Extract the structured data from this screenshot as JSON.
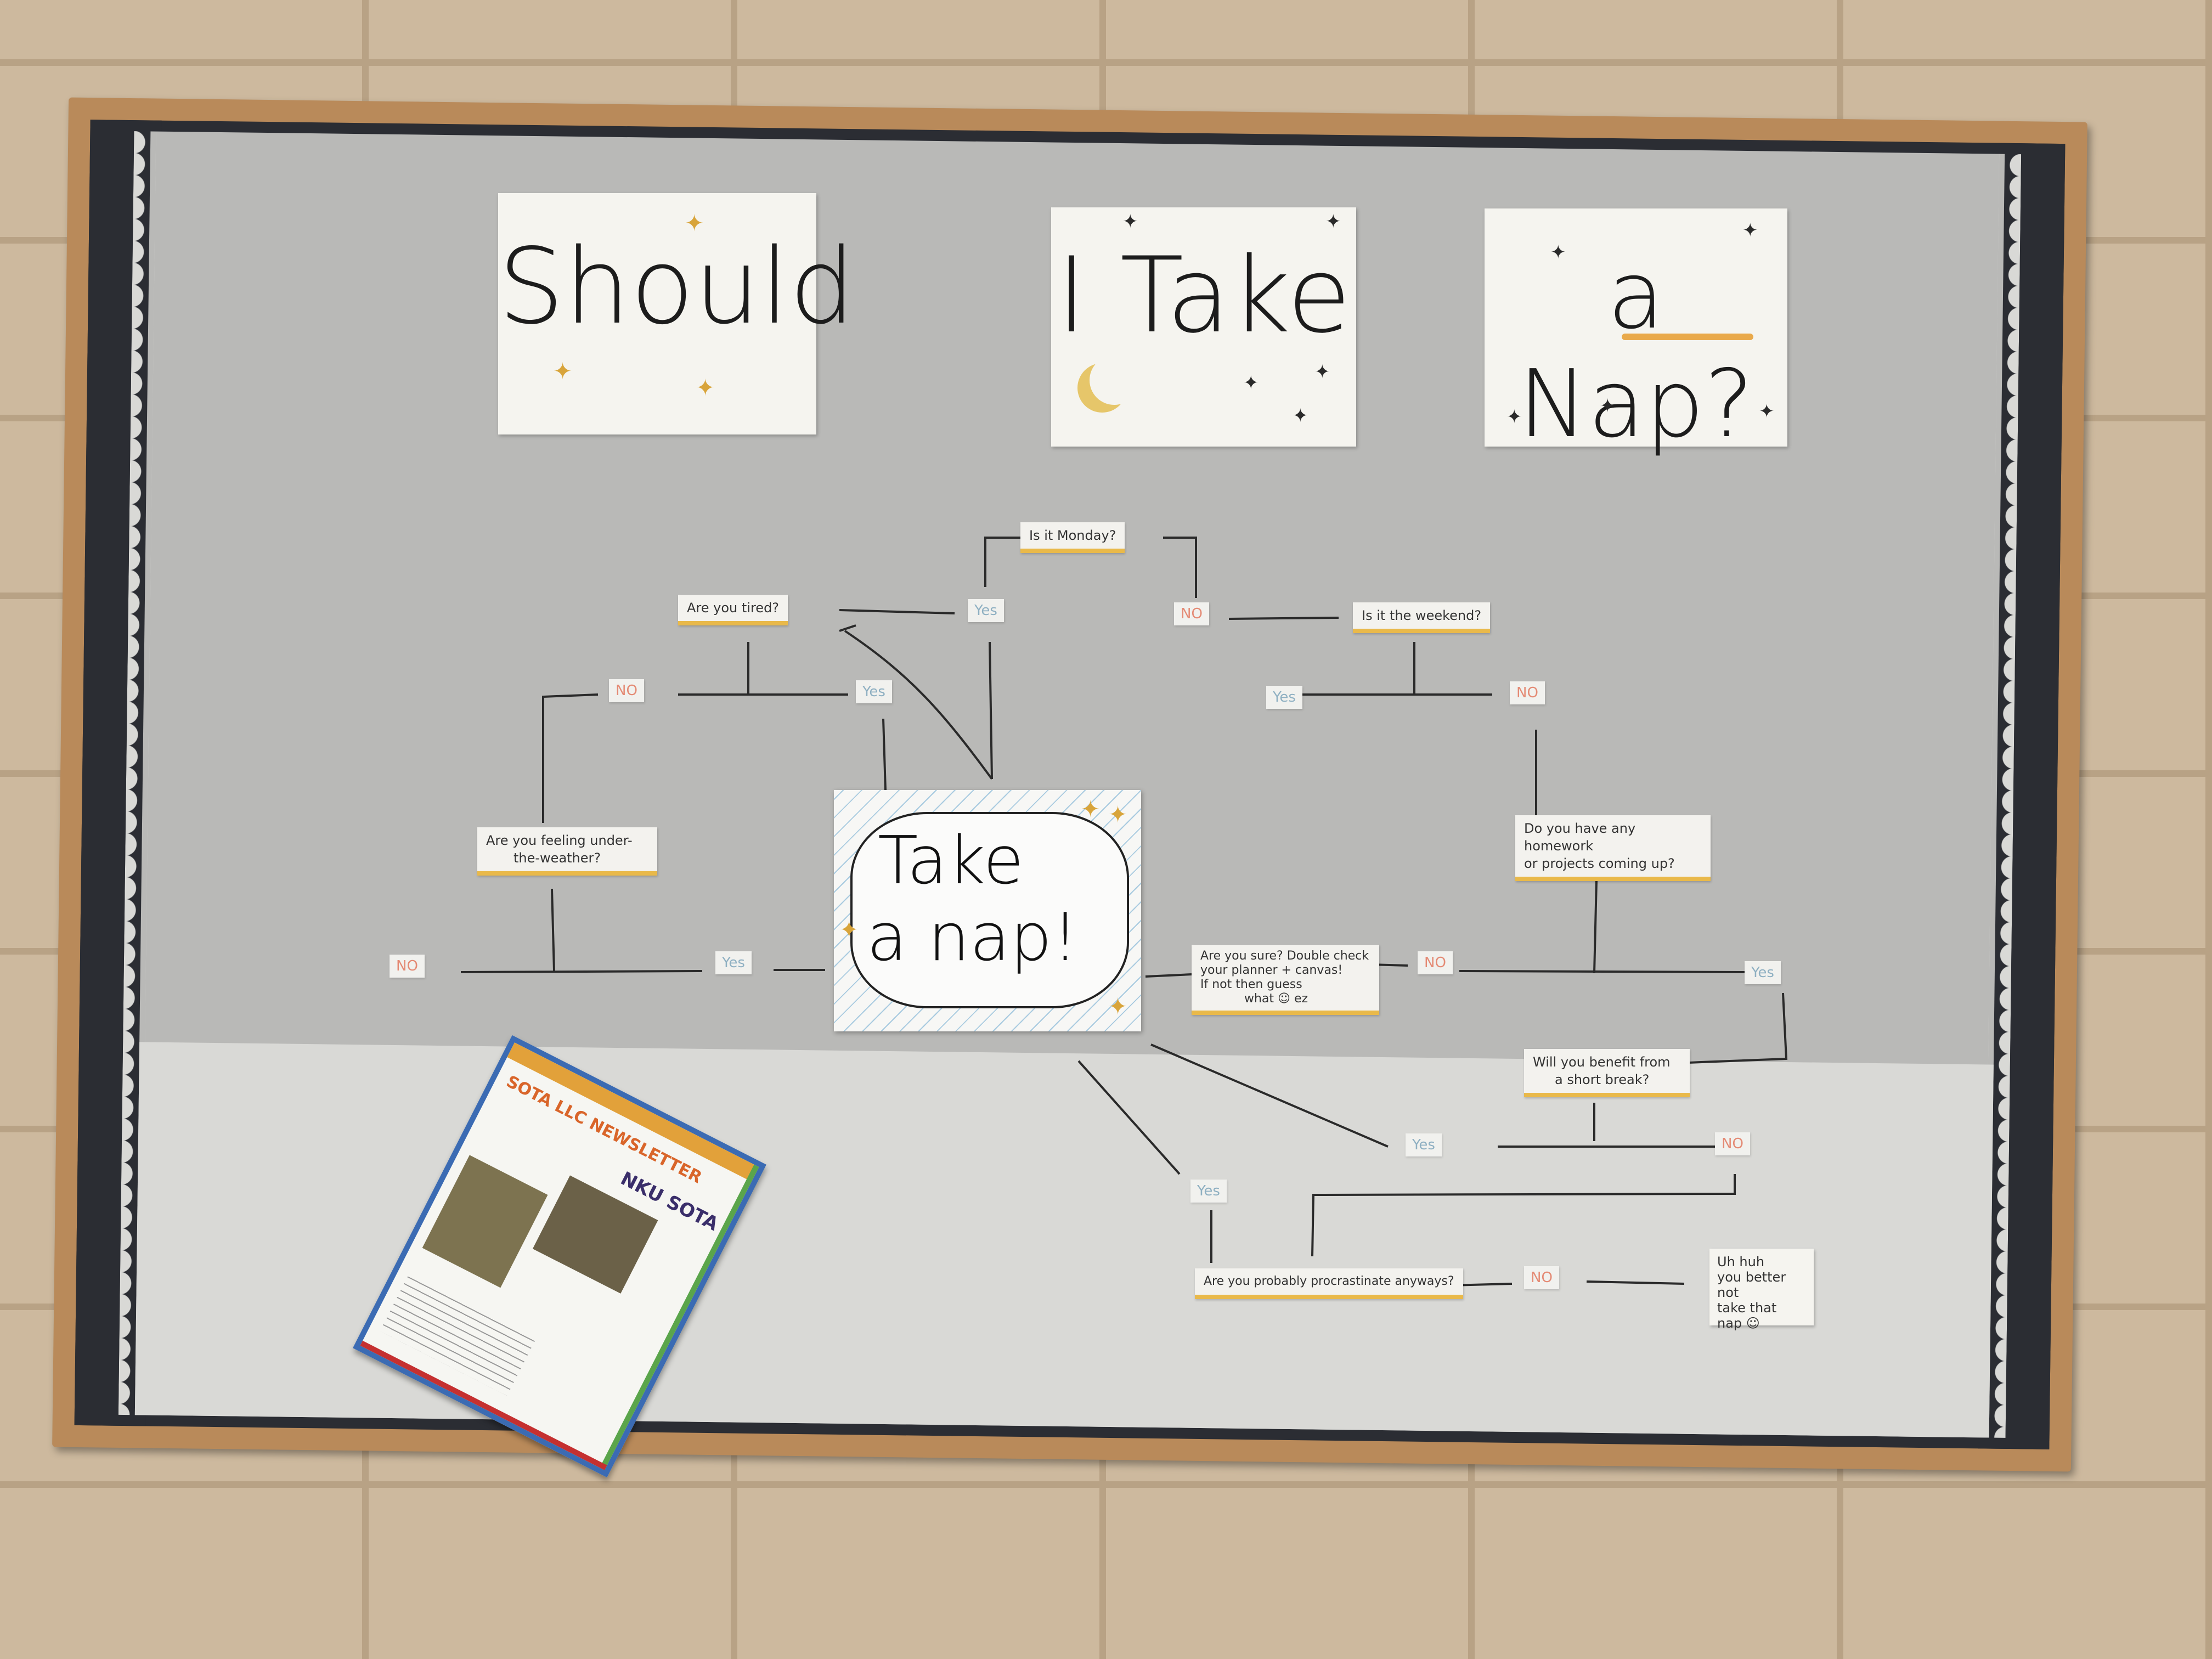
{
  "title_cards": [
    "Should",
    "I Take",
    "a Nap?"
  ],
  "cloud": {
    "line1": "Take",
    "line2": "a nap!"
  },
  "questions": {
    "monday": "Is it Monday?",
    "tired": "Are you tired?",
    "weekend": "Is it the weekend?",
    "under_weather_1": "Are you feeling under-",
    "under_weather_2": "the-weather?",
    "homework_1": "Do you have any homework",
    "homework_2": "or projects coming up?",
    "sure_1": "Are you sure? Double check",
    "sure_2": "your planner + canvas!",
    "sure_3": "If not  then guess",
    "sure_4": "what ☺ ez",
    "short_break_1": "Will you benefit from",
    "short_break_2": "a short break?",
    "procrastinate": "Are you probably procrastinate anyways?"
  },
  "answers": {
    "yes": "Yes",
    "no": "NO",
    "no_lower": "No"
  },
  "final_text": "Uh huh\nyou better not\ntake that\nnap ☺",
  "newsletter": {
    "title": "SOTA LLC NEWSLETTER",
    "org": "NKU SOTA"
  },
  "colors": {
    "label_tape": "#e9b94a",
    "no_text": "#e48a74",
    "yes_text": "#8fb0c2",
    "star": "#d8a43a"
  }
}
